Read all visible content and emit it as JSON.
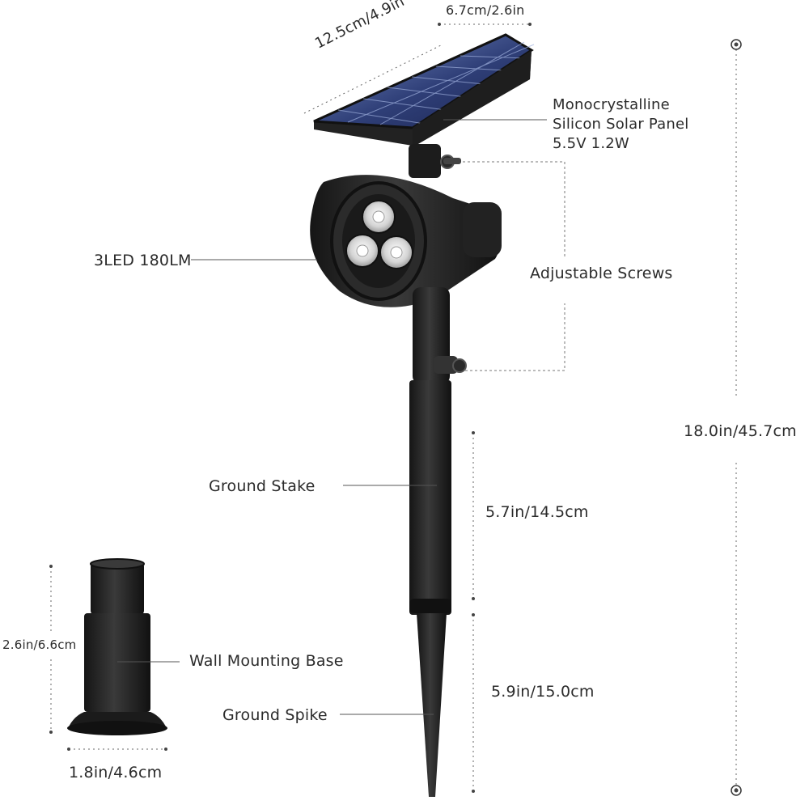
{
  "labels": {
    "panel_line1": "Monocrystalline",
    "panel_line2": "Silicon Solar Panel",
    "panel_line3": "5.5V 1.2W",
    "led": "3LED  180LM",
    "screws": "Adjustable Screws",
    "ground_stake": "Ground Stake",
    "ground_spike": "Ground Spike",
    "wall_base": "Wall Mounting Base"
  },
  "dimensions": {
    "panel_width": "6.7cm/2.6in",
    "panel_length": "12.5cm/4.9in",
    "total_height": "18.0in/45.7cm",
    "stake_length": "5.7in/14.5cm",
    "spike_length": "5.9in/15.0cm",
    "base_height": "2.6in/6.6cm",
    "base_width": "1.8in/4.6cm"
  },
  "icons": {
    "solar_panel": "solar-panel-icon",
    "spotlight": "spotlight-head-icon",
    "stake": "ground-stake-icon",
    "base": "wall-mounting-base-icon"
  }
}
